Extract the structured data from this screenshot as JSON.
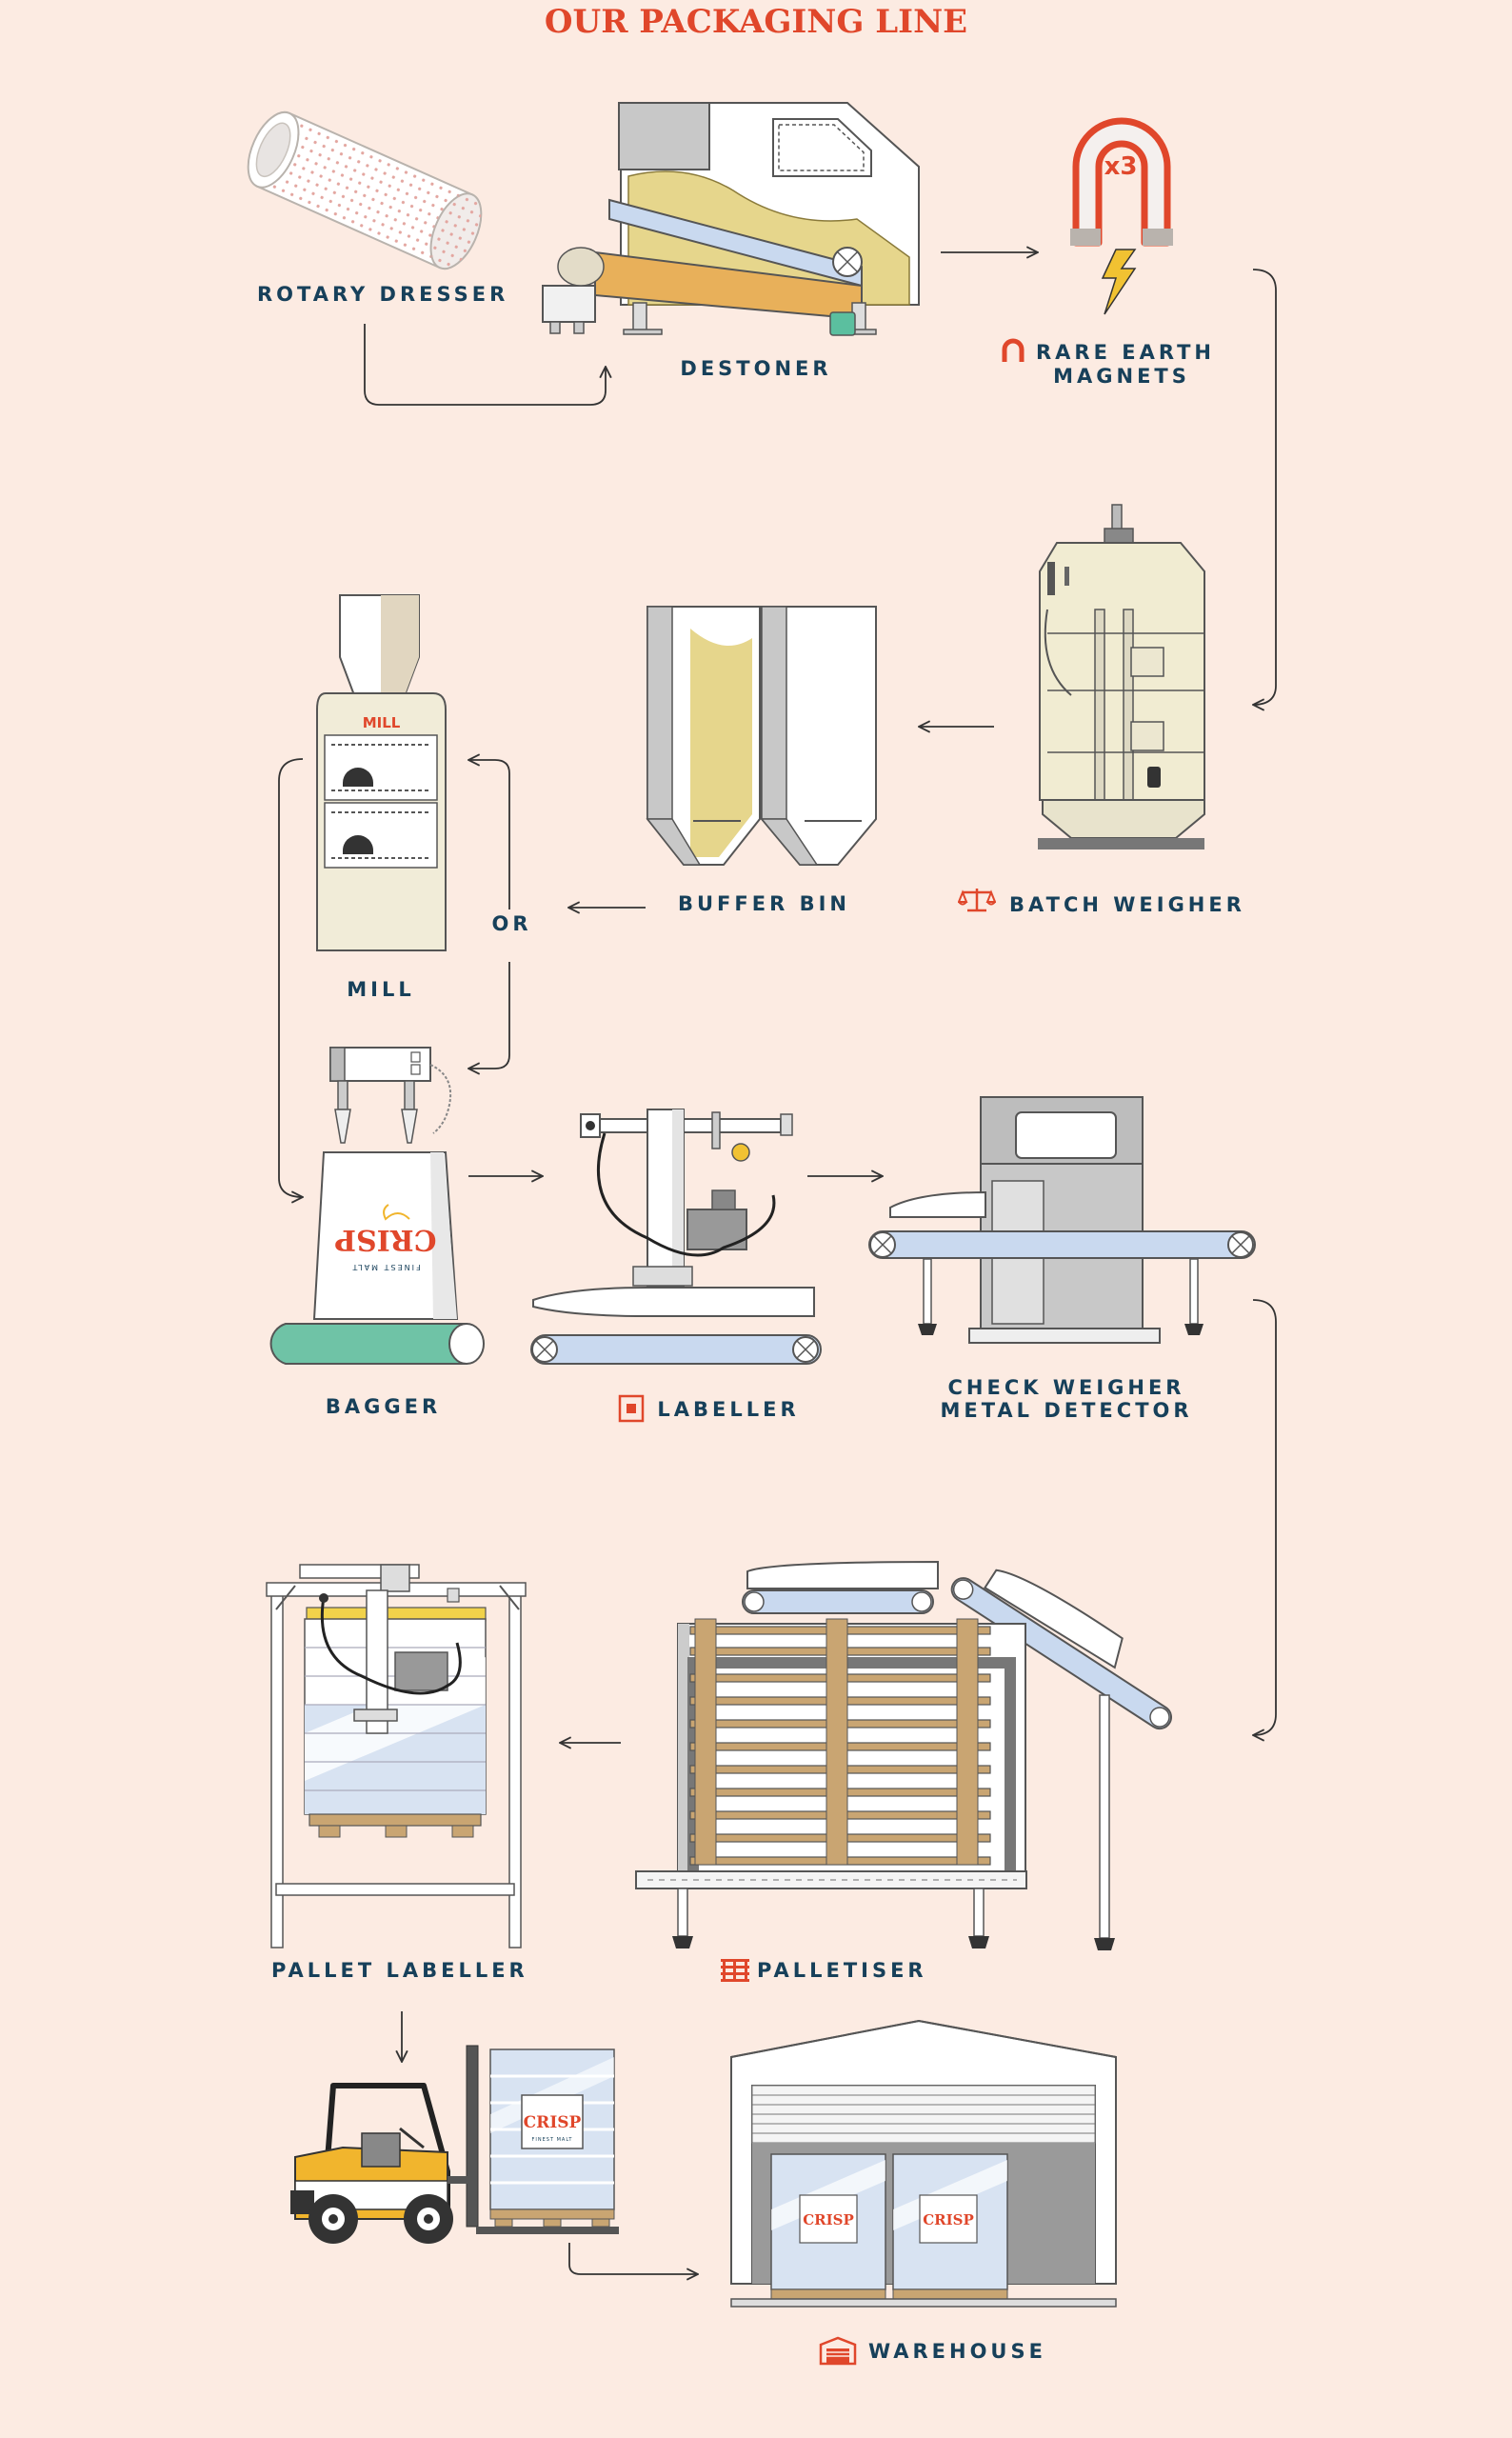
{
  "title": "OUR PACKAGING LINE",
  "stages": {
    "rotary_dresser": "ROTARY DRESSER",
    "destoner": "DESTONER",
    "magnets_line1": "RARE EARTH",
    "magnets_line2": "MAGNETS",
    "magnets_multiplier": "x3",
    "batch_weigher": "BATCH WEIGHER",
    "buffer_bin": "BUFFER BIN",
    "mill": "MILL",
    "mill_sign": "MILL",
    "or": "OR",
    "bagger": "BAGGER",
    "labeller": "LABELLER",
    "check_weigher_line1": "CHECK WEIGHER",
    "check_weigher_line2": "METAL DETECTOR",
    "pallet_labeller": "PALLET LABELLER",
    "palletiser": "PALLETISER",
    "warehouse": "WAREHOUSE"
  },
  "brand": {
    "name": "CRISP",
    "tagline": "FINEST MALT"
  },
  "colors": {
    "background": "#fcebe2",
    "accent_red": "#e0472b",
    "label_navy": "#17405a",
    "conveyor_blue": "#c9d9ef",
    "bag_green": "#6fc3a6",
    "grain_yellow": "#e6d68c",
    "forklift_yellow": "#f1b52d"
  }
}
